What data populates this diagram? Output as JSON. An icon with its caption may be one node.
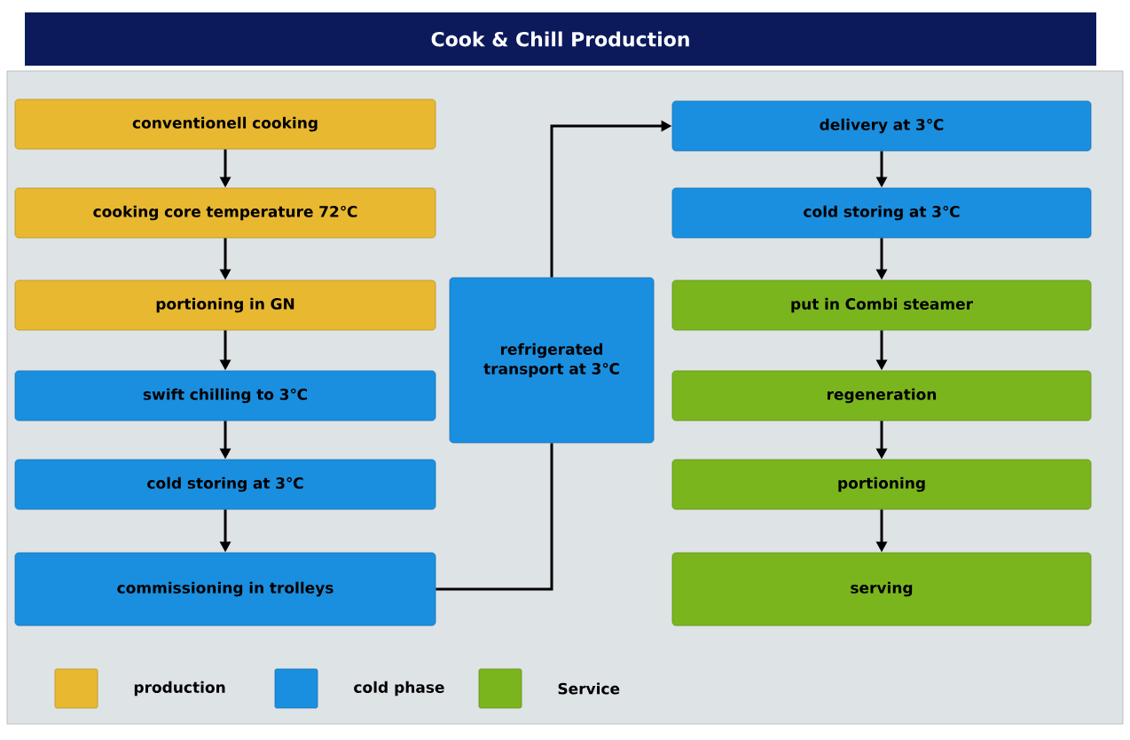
{
  "diagram": {
    "title": "Cook & Chill Production",
    "nodes": [
      {
        "text": [
          "conventionell cooking"
        ]
      },
      {
        "text": [
          "cooking core temperature 72℃"
        ]
      },
      {
        "text": [
          "portioning in GN"
        ]
      },
      {
        "text": [
          "swift chilling to 3℃"
        ]
      },
      {
        "text": [
          "cold storing at 3℃"
        ]
      },
      {
        "text": [
          "commissioning in trolleys"
        ]
      },
      {
        "text": [
          "refrigerated transport at 3℃"
        ]
      },
      {
        "text": [
          "delivery at 3℃"
        ]
      },
      {
        "text": [
          "cold storing at 3℃"
        ]
      },
      {
        "text": [
          "put in Combi steamer"
        ]
      },
      {
        "text": [
          "regeneration"
        ]
      },
      {
        "text": [
          "portioning"
        ]
      },
      {
        "text": [
          "serving"
        ]
      }
    ],
    "edges": [
      {
        "from": 0,
        "to": 1,
        "arrow": "to"
      },
      {
        "from": 1,
        "to": 2,
        "arrow": "to"
      },
      {
        "from": 2,
        "to": 3,
        "arrow": "to"
      },
      {
        "from": 3,
        "to": 4,
        "arrow": "to"
      },
      {
        "from": 4,
        "to": 5,
        "arrow": "to"
      },
      {
        "from": 5,
        "to": 6,
        "arrow": "none"
      },
      {
        "from": 6,
        "to": 7,
        "arrow": "to"
      },
      {
        "from": 7,
        "to": 8,
        "arrow": "to"
      },
      {
        "from": 8,
        "to": 9,
        "arrow": "to"
      },
      {
        "from": 9,
        "to": 10,
        "arrow": "to"
      },
      {
        "from": 10,
        "to": 11,
        "arrow": "to"
      },
      {
        "from": 11,
        "to": 12,
        "arrow": "to"
      }
    ],
    "legend": [
      {
        "text": "production",
        "color": "#e8b830"
      },
      {
        "text": "cold phase",
        "color": "#1a8fe0"
      },
      {
        "text": "Service",
        "color": "#7ab51d"
      }
    ]
  }
}
